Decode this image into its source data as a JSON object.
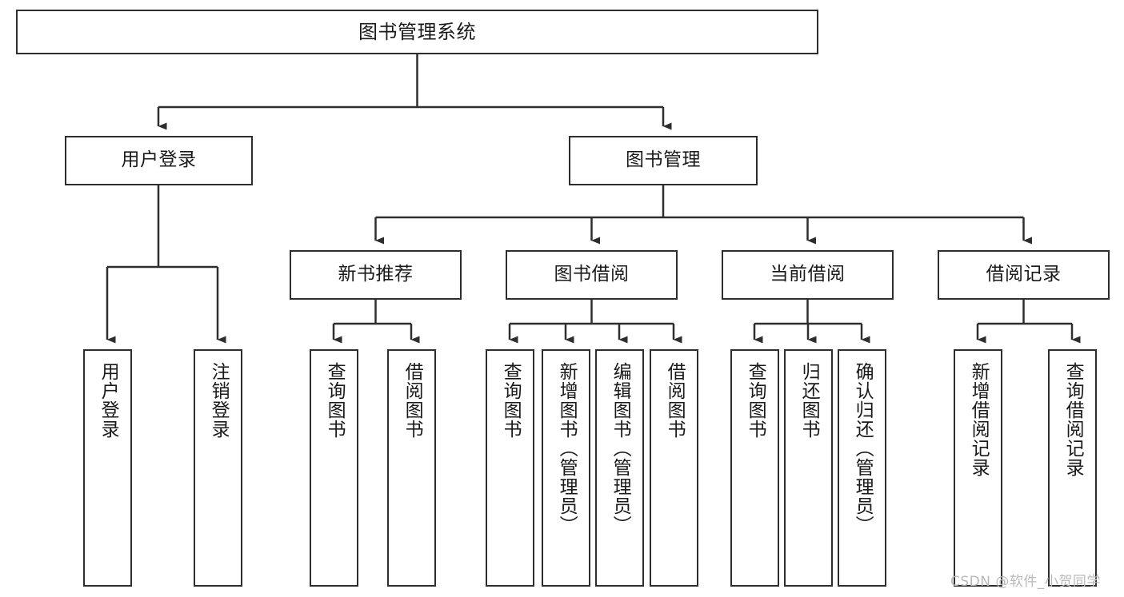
{
  "diagram": {
    "type": "tree-hierarchy",
    "title": "图书管理系统",
    "orientation": "top-down",
    "stroke_color": "#2e2e2e",
    "fill_color": "#ffffff",
    "text_color": "#1a1a1a",
    "watermark": "CSDN @软件_小贺同学",
    "levels": 4
  },
  "nodes": {
    "root": {
      "label": "图书管理系统"
    },
    "level2": [
      {
        "label": "用户登录"
      },
      {
        "label": "图书管理"
      }
    ],
    "level3": [
      {
        "label": "新书推荐"
      },
      {
        "label": "图书借阅"
      },
      {
        "label": "当前借阅"
      },
      {
        "label": "借阅记录"
      }
    ],
    "leaves": {
      "user_login": [
        {
          "label": "用户登录"
        },
        {
          "label": "注销登录"
        }
      ],
      "new_book_recommend": [
        {
          "label": "查询图书"
        },
        {
          "label": "借阅图书"
        }
      ],
      "book_borrow": [
        {
          "label": "查询图书"
        },
        {
          "label": "新增图书（管理员）"
        },
        {
          "label": "编辑图书（管理员）"
        },
        {
          "label": "借阅图书"
        }
      ],
      "current_borrow": [
        {
          "label": "查询图书"
        },
        {
          "label": "归还图书"
        },
        {
          "label": "确认归还（管理员）"
        }
      ],
      "borrow_record": [
        {
          "label": "新增借阅记录"
        },
        {
          "label": "查询借阅记录"
        }
      ]
    }
  }
}
